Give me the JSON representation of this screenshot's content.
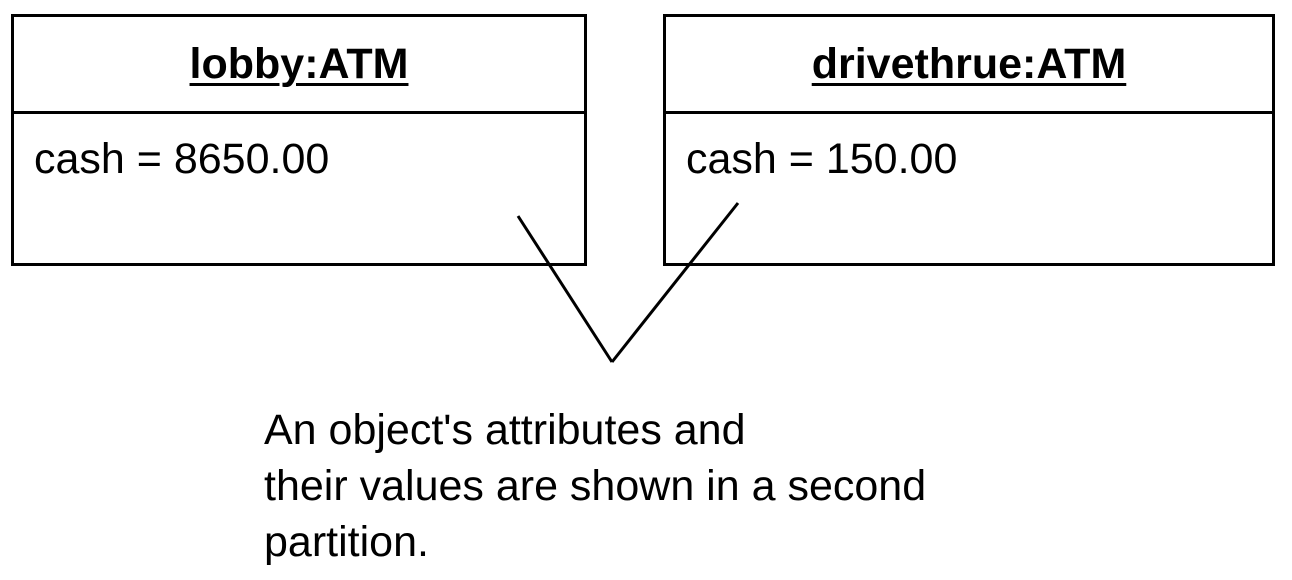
{
  "objects": [
    {
      "name": "lobby:ATM",
      "attributes": [
        "cash = 8650.00"
      ]
    },
    {
      "name": "drivethrue:ATM",
      "attributes": [
        "cash = 150.00"
      ]
    }
  ],
  "note": {
    "lines": [
      "An object's attributes and",
      "their values are shown in a second",
      "partition."
    ]
  }
}
